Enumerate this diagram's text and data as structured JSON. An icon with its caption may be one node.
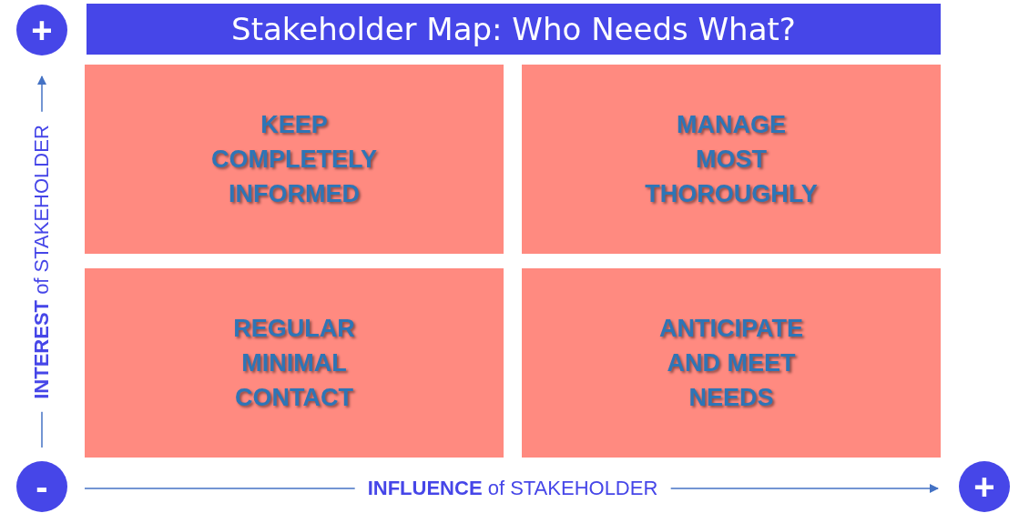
{
  "diagram": {
    "title": "Stakeholder Map: Who Needs What?",
    "nodes": [
      {
        "text": [
          "KEEP COMPLETELY INFORMED"
        ]
      },
      {
        "text": [
          "MANAGE MOST THOROUGHLY"
        ]
      },
      {
        "text": [
          "REGULAR MINIMAL CONTACT"
        ]
      },
      {
        "text": [
          "ANTICIPATE AND MEET NEEDS"
        ]
      }
    ],
    "labels": [
      "+",
      "**INTEREST** of STAKEHOLDER",
      "-",
      "**INFLUENCE** of STAKEHOLDER",
      "+"
    ]
  }
}
